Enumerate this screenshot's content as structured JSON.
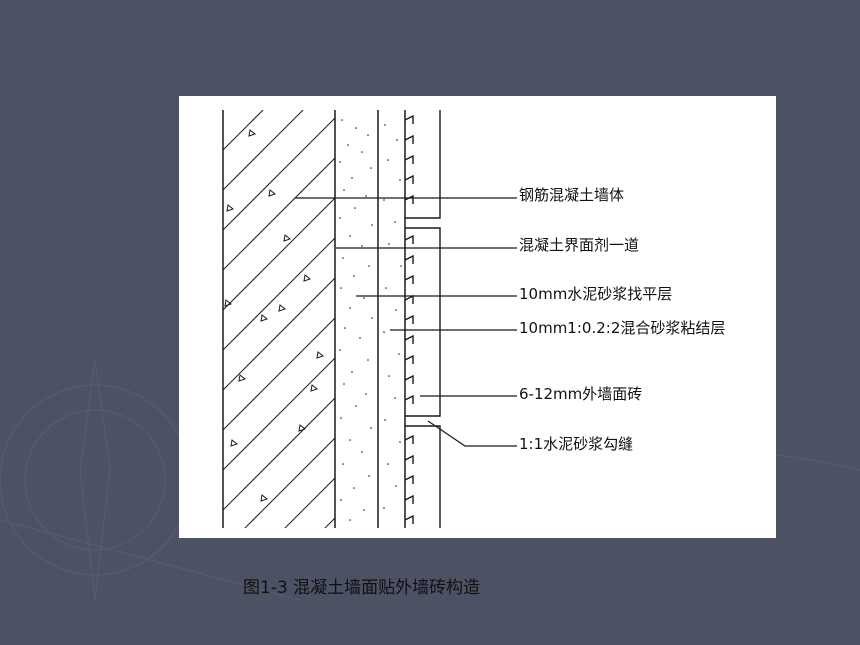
{
  "figure": {
    "caption": "图1-3 混凝土墙面贴外墙砖构造",
    "labels": [
      {
        "id": "rc-wall",
        "text": "钢筋混凝土墙体"
      },
      {
        "id": "interface-agent",
        "text": "混凝土界面剂一道"
      },
      {
        "id": "leveling-mortar",
        "text": "10mm水泥砂浆找平层"
      },
      {
        "id": "mixed-mortar",
        "text": "10mm1:0.2:2混合砂浆粘结层"
      },
      {
        "id": "wall-tile",
        "text": "6-12mm外墙面砖"
      },
      {
        "id": "joint-mortar",
        "text": "1:1水泥砂浆勾缝"
      }
    ]
  },
  "colors": {
    "background": "#4d5164",
    "panel": "#ffffff",
    "linework": "#1a1a1a"
  }
}
